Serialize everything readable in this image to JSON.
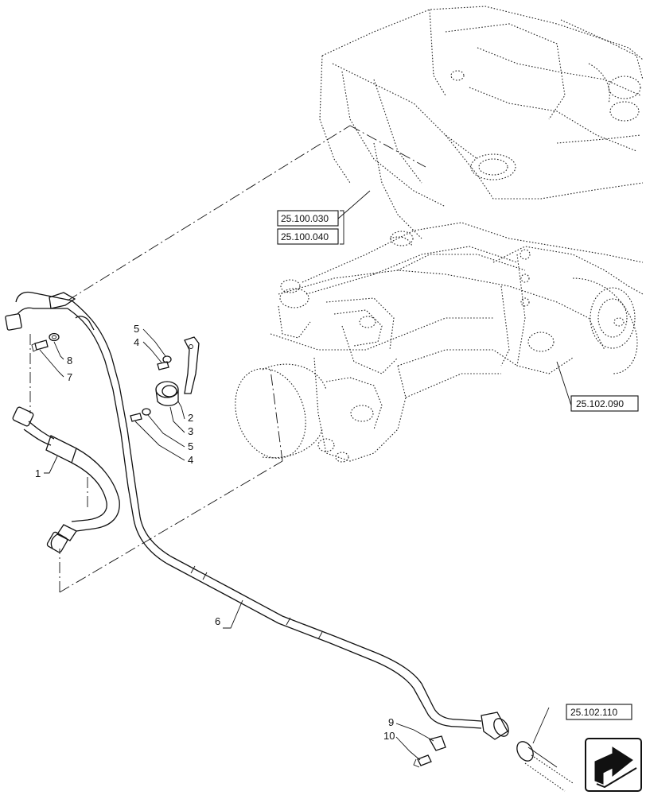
{
  "diagram": {
    "part_callouts": [
      {
        "id": "c1",
        "label": "1"
      },
      {
        "id": "c2",
        "label": "2"
      },
      {
        "id": "c3",
        "label": "3"
      },
      {
        "id": "c4a",
        "label": "4"
      },
      {
        "id": "c5a",
        "label": "5"
      },
      {
        "id": "c5b",
        "label": "5"
      },
      {
        "id": "c4b",
        "label": "4"
      },
      {
        "id": "c6",
        "label": "6"
      },
      {
        "id": "c7",
        "label": "7"
      },
      {
        "id": "c8",
        "label": "8"
      },
      {
        "id": "c9",
        "label": "9"
      },
      {
        "id": "c10",
        "label": "10"
      }
    ],
    "section_refs": [
      {
        "id": "r1",
        "label": "25.100.030"
      },
      {
        "id": "r2",
        "label": "25.100.040"
      },
      {
        "id": "r3",
        "label": "25.102.090"
      },
      {
        "id": "r4",
        "label": "25.102.110"
      }
    ],
    "nav_icon": "arrow-icon"
  }
}
